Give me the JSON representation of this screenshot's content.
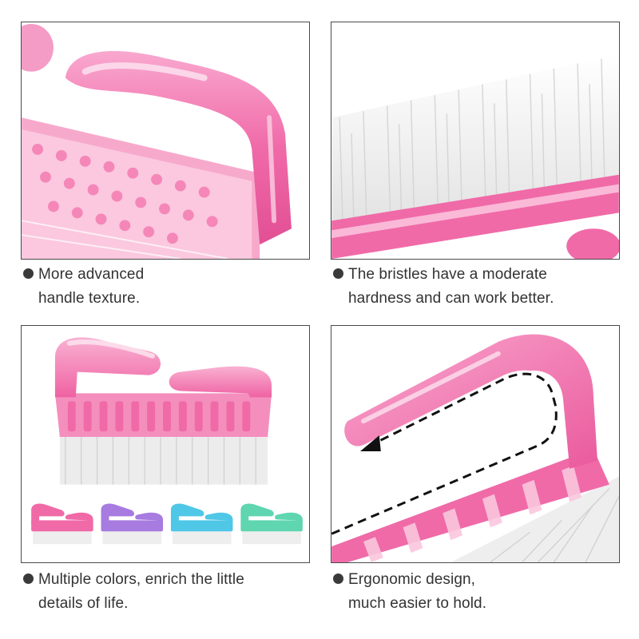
{
  "features": [
    {
      "line1": "More advanced",
      "line2": "handle texture."
    },
    {
      "line1": "The bristles have a moderate",
      "line2": "hardness and can work better."
    },
    {
      "line1": "Multiple colors, enrich the little",
      "line2": "details of life."
    },
    {
      "line1": "Ergonomic design,",
      "line2": "much easier to hold."
    }
  ],
  "colors": {
    "brush_pink": "#f06aa8",
    "brush_pink_light": "#f9b5d4",
    "variant_purple": "#a77be0",
    "variant_blue": "#4fc7e6",
    "variant_green": "#5fd6b0",
    "border": "#4a4a4a",
    "text": "#333333"
  },
  "icons": [
    "bullet-dot-icon",
    "curved-arrow-icon"
  ]
}
